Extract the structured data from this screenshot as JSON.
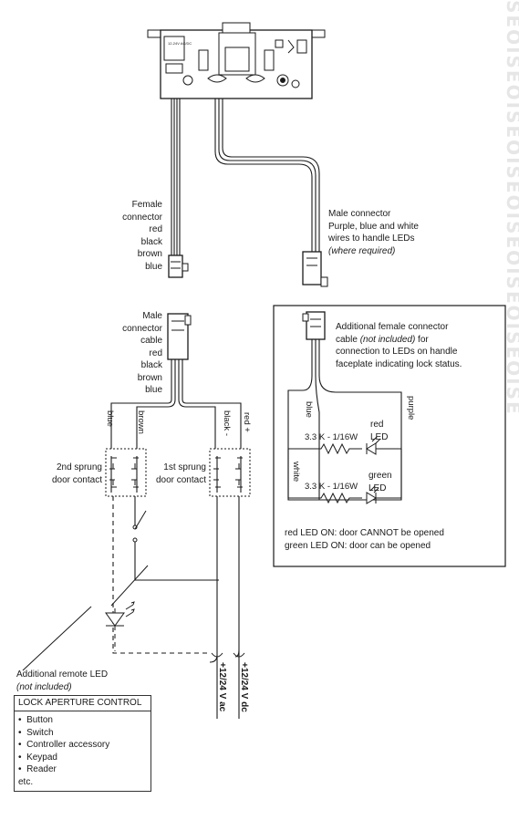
{
  "watermark": "SEOISEOISEOISEOISEOISEOISEOISE",
  "lock_body": {
    "rating": "12-24V AC/DC"
  },
  "labels": {
    "female_connector": [
      "Female",
      "connector",
      "red",
      "black",
      "brown",
      "blue"
    ],
    "male_connector_right": [
      "Male connector",
      "Purple, blue and white",
      "wires to handle LEDs"
    ],
    "where_required": "(where required)",
    "male_connector_left": [
      "Male",
      "connector",
      "cable",
      "red",
      "black",
      "brown",
      "blue"
    ],
    "second_contact": [
      "2nd sprung",
      "door contact"
    ],
    "first_contact": [
      "1st sprung",
      "door contact"
    ],
    "wire_blue": "blue",
    "wire_brown": "brown",
    "wire_black": "black -",
    "wire_red": "red +",
    "supply_ac": "+12/24 V ac",
    "supply_dc": "+12/24 V dc",
    "remote_led": "Additional remote LED",
    "not_included": "(not included)"
  },
  "led_box": {
    "intro_lines": [
      "Additional female connector",
      "connection to LEDs on handle",
      "faceplate indicating lock status."
    ],
    "cable_prefix": "cable ",
    "cable_italic": "(not included)",
    "cable_suffix": " for",
    "wire_blue": "blue",
    "wire_purple": "purple",
    "wire_white": "white",
    "resistor": "3.3 K - 1/16W",
    "red_led": [
      "red",
      "LED"
    ],
    "green_led": [
      "green",
      "LED"
    ],
    "status_red": "red LED ON: door CANNOT be opened",
    "status_green": "green LED ON: door can be opened"
  },
  "control_box": {
    "title": "LOCK APERTURE CONTROL",
    "items": [
      "Button",
      "Switch",
      "Controller accessory",
      "Keypad",
      "Reader"
    ],
    "footer": "etc."
  }
}
